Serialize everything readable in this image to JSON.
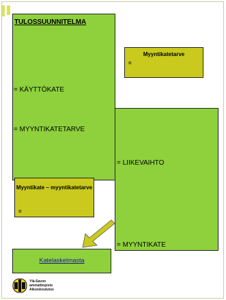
{
  "diagram": {
    "title": "TULOSSUUNNITELMA",
    "main_box": {
      "line1": "= KÄYTTÖKATE",
      "line2": "= MYYNTIKATETARVE"
    },
    "right_box": {
      "line1": "= LIIKEVAIHTO",
      "line2": "= MYYNTIKATE"
    },
    "myyntikatetarve_box": {
      "label": "Myyntikatetarve",
      "eq": "="
    },
    "difference_box": {
      "label": "Myyntikate – myyntikatetarve",
      "eq": "="
    },
    "link": {
      "label": "Katelaskelmasta"
    },
    "logo": {
      "line1": "Ylä-Savon",
      "line2": "ammattiopisto",
      "line3": "Aikuiskoulutus"
    }
  },
  "colors": {
    "green": "#8ed13c",
    "olive": "#c9ca1d",
    "arrow": "#c9ca1d",
    "link": "#1a1a8c"
  }
}
